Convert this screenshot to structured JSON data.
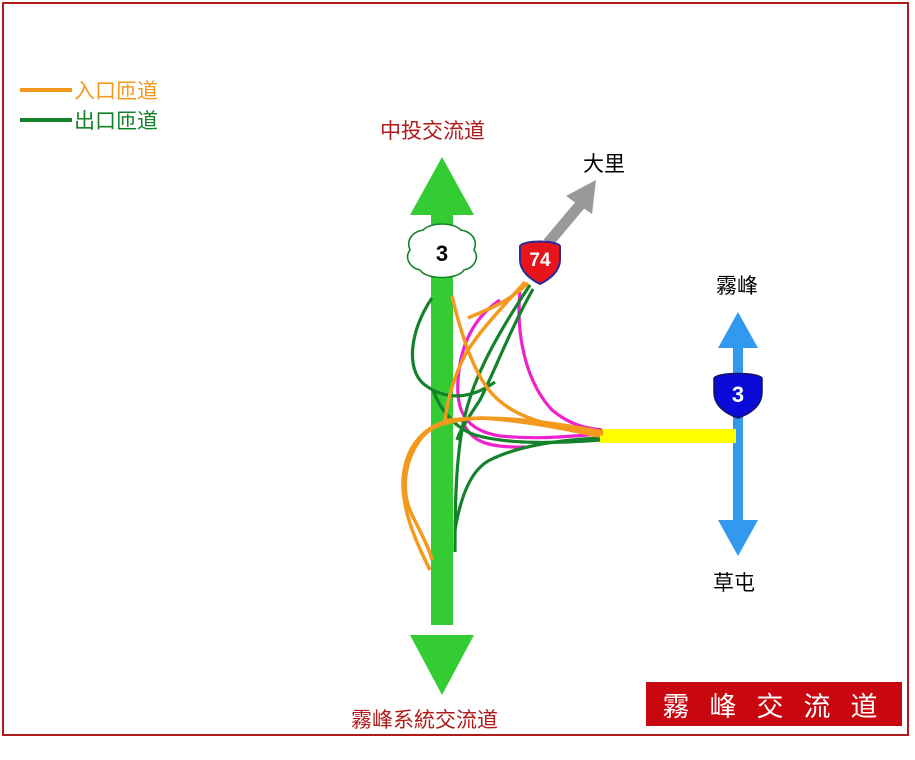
{
  "legend": {
    "entrance": {
      "label": "入口匝道",
      "color": "#f39a1e"
    },
    "exit": {
      "label": "出口匝道",
      "color": "#14822a"
    }
  },
  "labels": {
    "north_main": "中投交流道",
    "south_main": "霧峰系統交流道",
    "dali": "大里",
    "wufeng": "霧峰",
    "caotun": "草屯"
  },
  "shields": {
    "freeway_3": "3",
    "expressway_74": "74",
    "provincial_3": "3"
  },
  "title": "霧峰交流道",
  "colors": {
    "freeway": "#33cc33",
    "provincial": "#3399ee",
    "expressway_dir": "#999999",
    "connector": "#ffff00",
    "loop_ramp": "#ee22cc",
    "frame": "#b11a1a",
    "title_bg": "#c8070e"
  }
}
